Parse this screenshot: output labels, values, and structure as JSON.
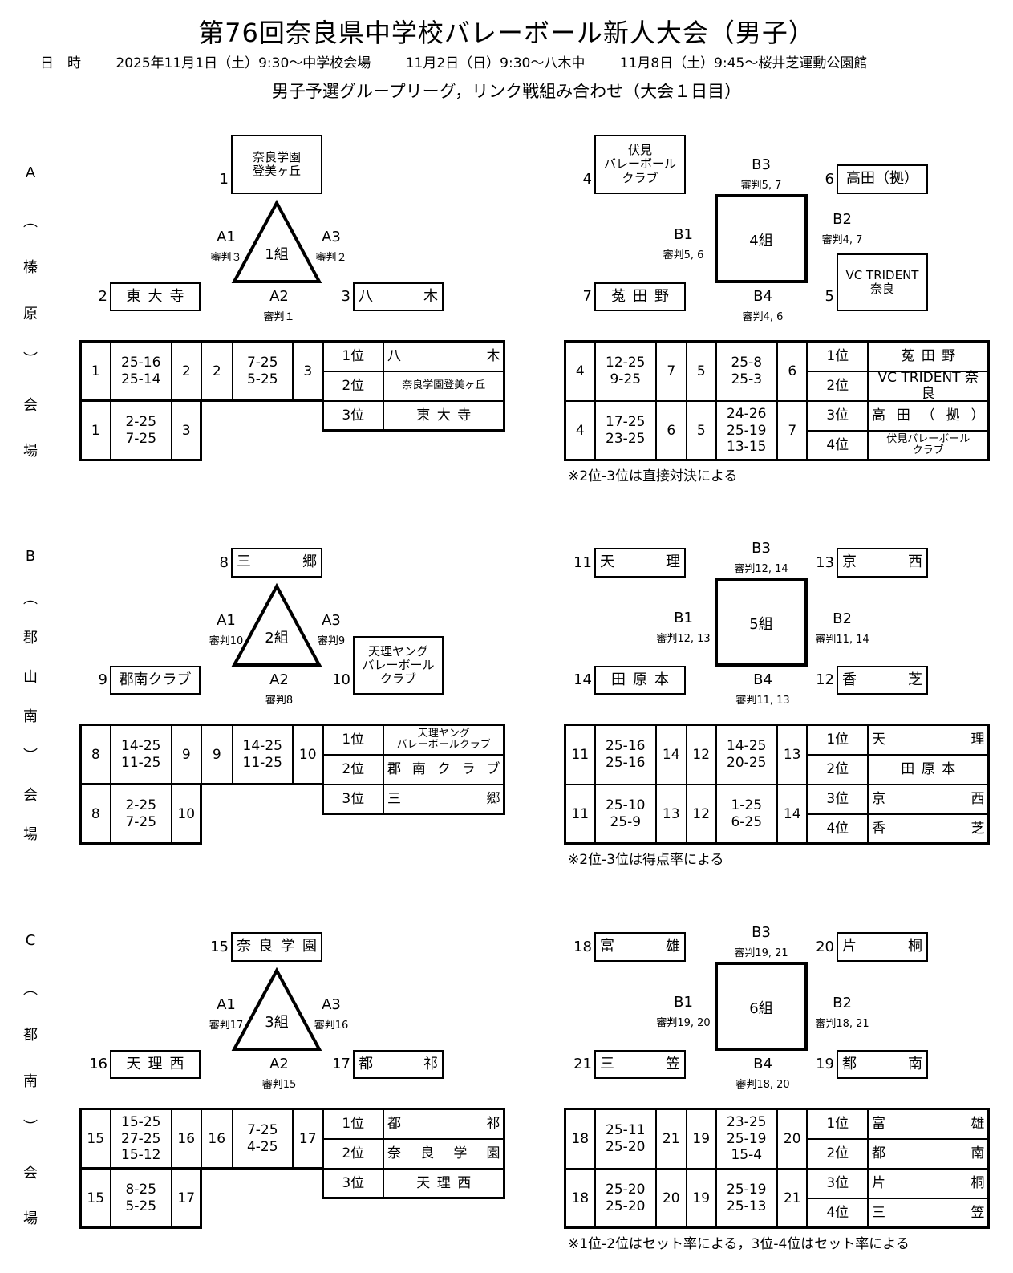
{
  "header": {
    "title": "第76回奈良県中学校バレーボール新人大会（男子）",
    "schedule_label": "日　時",
    "schedule": [
      "2025年11月1日（土）9:30～中学校会場",
      "11月2日（日）9:30～八木中",
      "11月8日（土）9:45～桜井芝運動公園館"
    ],
    "subtitle": "男子予選グループリーグ，リンク戦組み合わせ（大会１日目）"
  },
  "venues": [
    {
      "vertical_label": [
        "A",
        "︵",
        "榛",
        "原",
        "︶",
        "会",
        "場"
      ],
      "left": {
        "group": "1組",
        "teams": [
          {
            "no": "1",
            "name": "奈良学園\n登美ヶ丘"
          },
          {
            "no": "2",
            "name": "東大寺"
          },
          {
            "no": "3",
            "name": "八木"
          }
        ],
        "matches": [
          {
            "code": "A1",
            "ref": "審判３"
          },
          {
            "code": "A3",
            "ref": "審判２"
          },
          {
            "code": "A2",
            "ref": "審判１"
          }
        ],
        "results": [
          [
            {
              "home": "1",
              "scores": "25-16\n25-14",
              "away": "2"
            },
            {
              "home": "2",
              "scores": "7-25\n5-25",
              "away": "3"
            }
          ],
          [
            {
              "home": "1",
              "scores": "2-25\n7-25",
              "away": "3"
            }
          ]
        ],
        "ranking": [
          {
            "rank": "1位",
            "team": "八木"
          },
          {
            "rank": "2位",
            "team": "奈良学園登美ヶ丘"
          },
          {
            "rank": "3位",
            "team": "東大寺"
          }
        ]
      },
      "right": {
        "group": "4組",
        "teams": [
          {
            "no": "4",
            "name": "伏見\nバレーボール\nクラブ"
          },
          {
            "no": "6",
            "name": "高田（拠）"
          },
          {
            "no": "7",
            "name": "菟田野"
          },
          {
            "no": "5",
            "name": "VC TRIDENT\n奈良"
          }
        ],
        "matches": [
          {
            "code": "B3",
            "ref": "審判5, 7"
          },
          {
            "code": "B1",
            "ref": "審判5, 6"
          },
          {
            "code": "B2",
            "ref": "審判4, 7"
          },
          {
            "code": "B4",
            "ref": "審判4, 6"
          }
        ],
        "results": [
          [
            {
              "home": "4",
              "scores": "12-25\n9-25",
              "away": "7"
            },
            {
              "home": "5",
              "scores": "25-8\n25-3",
              "away": "6"
            }
          ],
          [
            {
              "home": "4",
              "scores": "17-25\n23-25",
              "away": "6"
            },
            {
              "home": "5",
              "scores": "24-26\n25-19\n13-15",
              "away": "7"
            }
          ]
        ],
        "ranking": [
          {
            "rank": "1位",
            "team": "菟田野"
          },
          {
            "rank": "2位",
            "team": "VC TRIDENT 奈良"
          },
          {
            "rank": "3位",
            "team": "高田（拠）"
          },
          {
            "rank": "4位",
            "team": "伏見バレーボール\nクラブ"
          }
        ],
        "note": "※2位-3位は直接対決による"
      }
    },
    {
      "vertical_label": [
        "B",
        "︵",
        "郡",
        "山",
        "南",
        "︶",
        "会",
        "場"
      ],
      "left": {
        "group": "2組",
        "teams": [
          {
            "no": "8",
            "name": "三郷"
          },
          {
            "no": "9",
            "name": "郡南クラブ"
          },
          {
            "no": "10",
            "name": "天理ヤング\nバレーボール\nクラブ"
          }
        ],
        "matches": [
          {
            "code": "A1",
            "ref": "審判10"
          },
          {
            "code": "A3",
            "ref": "審判9"
          },
          {
            "code": "A2",
            "ref": "審判8"
          }
        ],
        "results": [
          [
            {
              "home": "8",
              "scores": "14-25\n11-25",
              "away": "9"
            },
            {
              "home": "9",
              "scores": "14-25\n11-25",
              "away": "10"
            }
          ],
          [
            {
              "home": "8",
              "scores": "2-25\n7-25",
              "away": "10"
            }
          ]
        ],
        "ranking": [
          {
            "rank": "1位",
            "team": "天理ヤング\nバレーボールクラブ"
          },
          {
            "rank": "2位",
            "team": "郡南クラブ"
          },
          {
            "rank": "3位",
            "team": "三郷"
          }
        ]
      },
      "right": {
        "group": "5組",
        "teams": [
          {
            "no": "11",
            "name": "天理"
          },
          {
            "no": "13",
            "name": "京西"
          },
          {
            "no": "14",
            "name": "田原本"
          },
          {
            "no": "12",
            "name": "香芝"
          }
        ],
        "matches": [
          {
            "code": "B3",
            "ref": "審判12, 14"
          },
          {
            "code": "B1",
            "ref": "審判12, 13"
          },
          {
            "code": "B2",
            "ref": "審判11, 14"
          },
          {
            "code": "B4",
            "ref": "審判11, 13"
          }
        ],
        "results": [
          [
            {
              "home": "11",
              "scores": "25-16\n25-16",
              "away": "14"
            },
            {
              "home": "12",
              "scores": "14-25\n20-25",
              "away": "13"
            }
          ],
          [
            {
              "home": "11",
              "scores": "25-10\n25-9",
              "away": "13"
            },
            {
              "home": "12",
              "scores": "1-25\n6-25",
              "away": "14"
            }
          ]
        ],
        "ranking": [
          {
            "rank": "1位",
            "team": "天理"
          },
          {
            "rank": "2位",
            "team": "田原本"
          },
          {
            "rank": "3位",
            "team": "京西"
          },
          {
            "rank": "4位",
            "team": "香芝"
          }
        ],
        "note": "※2位-3位は得点率による"
      }
    },
    {
      "vertical_label": [
        "C",
        "︵",
        "都",
        "南",
        "︶",
        "会",
        "場"
      ],
      "left": {
        "group": "3組",
        "teams": [
          {
            "no": "15",
            "name": "奈良学園"
          },
          {
            "no": "16",
            "name": "天理西"
          },
          {
            "no": "17",
            "name": "都祁"
          }
        ],
        "matches": [
          {
            "code": "A1",
            "ref": "審判17"
          },
          {
            "code": "A3",
            "ref": "審判16"
          },
          {
            "code": "A2",
            "ref": "審判15"
          }
        ],
        "results": [
          [
            {
              "home": "15",
              "scores": "15-25\n27-25\n15-12",
              "away": "16"
            },
            {
              "home": "16",
              "scores": "7-25\n4-25",
              "away": "17"
            }
          ],
          [
            {
              "home": "15",
              "scores": "8-25\n5-25",
              "away": "17"
            }
          ]
        ],
        "ranking": [
          {
            "rank": "1位",
            "team": "都祁"
          },
          {
            "rank": "2位",
            "team": "奈良学園"
          },
          {
            "rank": "3位",
            "team": "天理西"
          }
        ]
      },
      "right": {
        "group": "6組",
        "teams": [
          {
            "no": "18",
            "name": "富雄"
          },
          {
            "no": "20",
            "name": "片桐"
          },
          {
            "no": "21",
            "name": "三笠"
          },
          {
            "no": "19",
            "name": "都南"
          }
        ],
        "matches": [
          {
            "code": "B3",
            "ref": "審判19, 21"
          },
          {
            "code": "B1",
            "ref": "審判19, 20"
          },
          {
            "code": "B2",
            "ref": "審判18, 21"
          },
          {
            "code": "B4",
            "ref": "審判18, 20"
          }
        ],
        "results": [
          [
            {
              "home": "18",
              "scores": "25-11\n25-20",
              "away": "21"
            },
            {
              "home": "19",
              "scores": "23-25\n25-19\n15-4",
              "away": "20"
            }
          ],
          [
            {
              "home": "18",
              "scores": "25-20\n25-20",
              "away": "20"
            },
            {
              "home": "19",
              "scores": "25-19\n25-13",
              "away": "21"
            }
          ]
        ],
        "ranking": [
          {
            "rank": "1位",
            "team": "富雄"
          },
          {
            "rank": "2位",
            "team": "都南"
          },
          {
            "rank": "3位",
            "team": "片桐"
          },
          {
            "rank": "4位",
            "team": "三笠"
          }
        ],
        "note": "※1位-2位はセット率による，3位-4位はセット率による"
      }
    }
  ]
}
